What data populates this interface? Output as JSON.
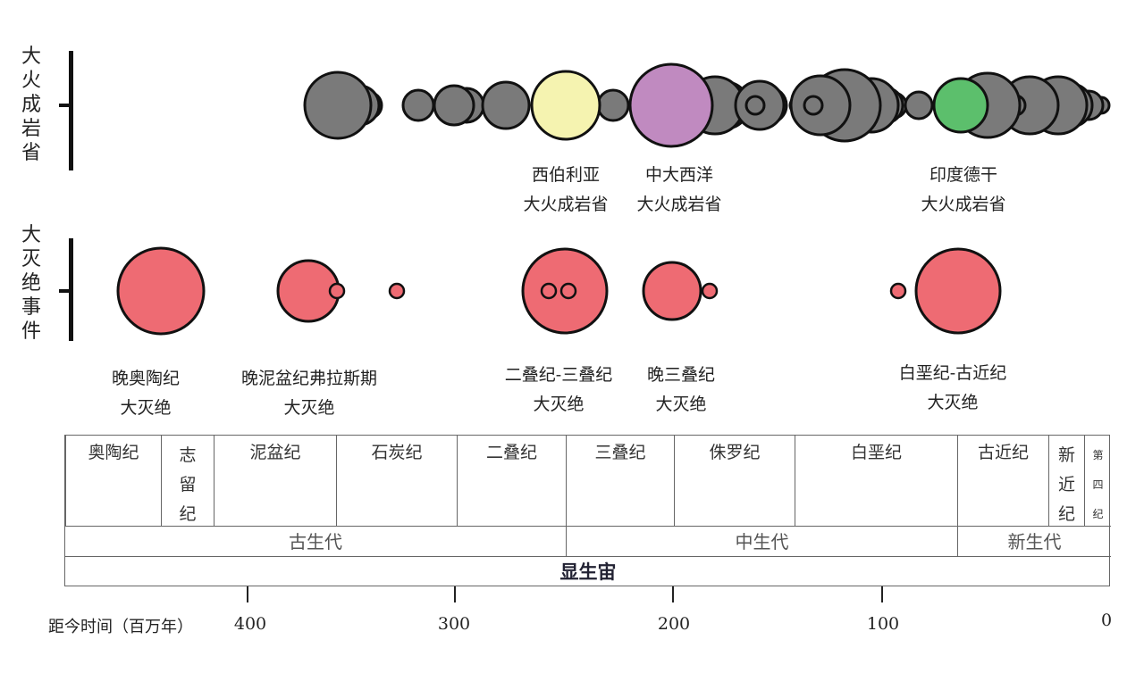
{
  "axes": {
    "lip_label": "大火成岩省",
    "extinction_label": "大灭绝事件",
    "time_label": "距今时间（百万年）",
    "ticks": [
      "400",
      "300",
      "200",
      "100",
      "0"
    ]
  },
  "lip_labels": [
    {
      "line1": "西伯利亚",
      "line2": "大火成岩省"
    },
    {
      "line1": "中大西洋",
      "line2": "大火成岩省"
    },
    {
      "line1": "印度德干",
      "line2": "大火成岩省"
    }
  ],
  "extinction_labels": [
    {
      "line1": "晚奥陶纪",
      "line2": "大灭绝"
    },
    {
      "line1": "晚泥盆纪弗拉斯期",
      "line2": "大灭绝"
    },
    {
      "line1": "二叠纪-三叠纪",
      "line2": "大灭绝"
    },
    {
      "line1": "晚三叠纪",
      "line2": "大灭绝"
    },
    {
      "line1": "白垩纪-古近纪",
      "line2": "大灭绝"
    }
  ],
  "periods": [
    "奥陶纪",
    "志留纪",
    "泥盆纪",
    "石炭纪",
    "二叠纪",
    "三叠纪",
    "侏罗纪",
    "白垩纪",
    "古近纪",
    "新近纪",
    "第四纪"
  ],
  "eras": [
    "古生代",
    "中生代",
    "新生代"
  ],
  "eon": "显生宙",
  "colors": {
    "gray": "#7a7a7a",
    "siberian": "#f5f3b0",
    "camp": "#c08ac0",
    "deccan": "#5cbf6c",
    "extinction": "#ee6b73"
  }
}
